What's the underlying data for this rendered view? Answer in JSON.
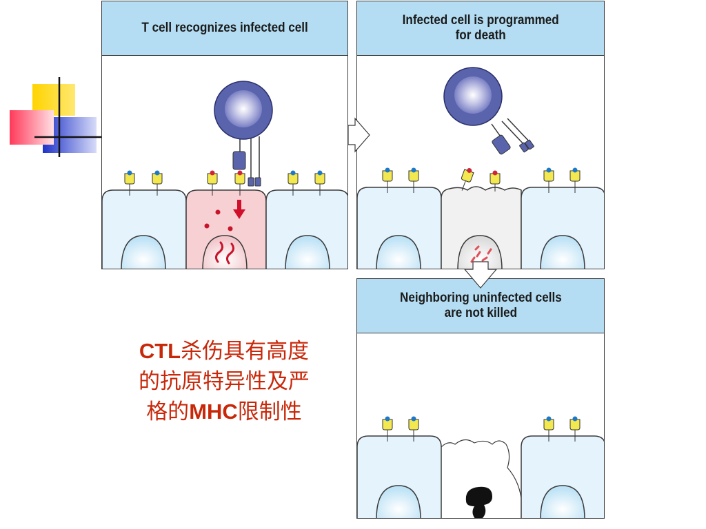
{
  "panels": {
    "recognize": {
      "title": "T cell recognizes infected cell"
    },
    "programmed": {
      "title": "Infected cell is programmed\nfor death"
    },
    "neighbors": {
      "title": "Neighboring uninfected cells\nare not killed"
    }
  },
  "caption": {
    "line1_prefix": "CTL",
    "line1_text": "杀伤具有高度",
    "line2_text": "的抗原特异性及严",
    "line3_text": "格的",
    "line3_bold": "MHC",
    "line3_suffix": "限制性"
  },
  "colors": {
    "header_fill": "#b4ddf3",
    "cell_fill": "#e4f3fc",
    "infected_cell_fill": "#f6d0d3",
    "dying_cell_fill": "#f1f1f1",
    "tcell_fill": "#5a64ad",
    "mhc_fill": "#f3e84f",
    "self_peptide": "#1e78c8",
    "viral_peptide": "#d0243c",
    "caption_color": "#c8280a"
  },
  "icons": [
    "t-cell-icon",
    "mhc-molecule-icon",
    "virus-fragment-icon",
    "arrow-right-icon",
    "arrow-down-icon"
  ]
}
